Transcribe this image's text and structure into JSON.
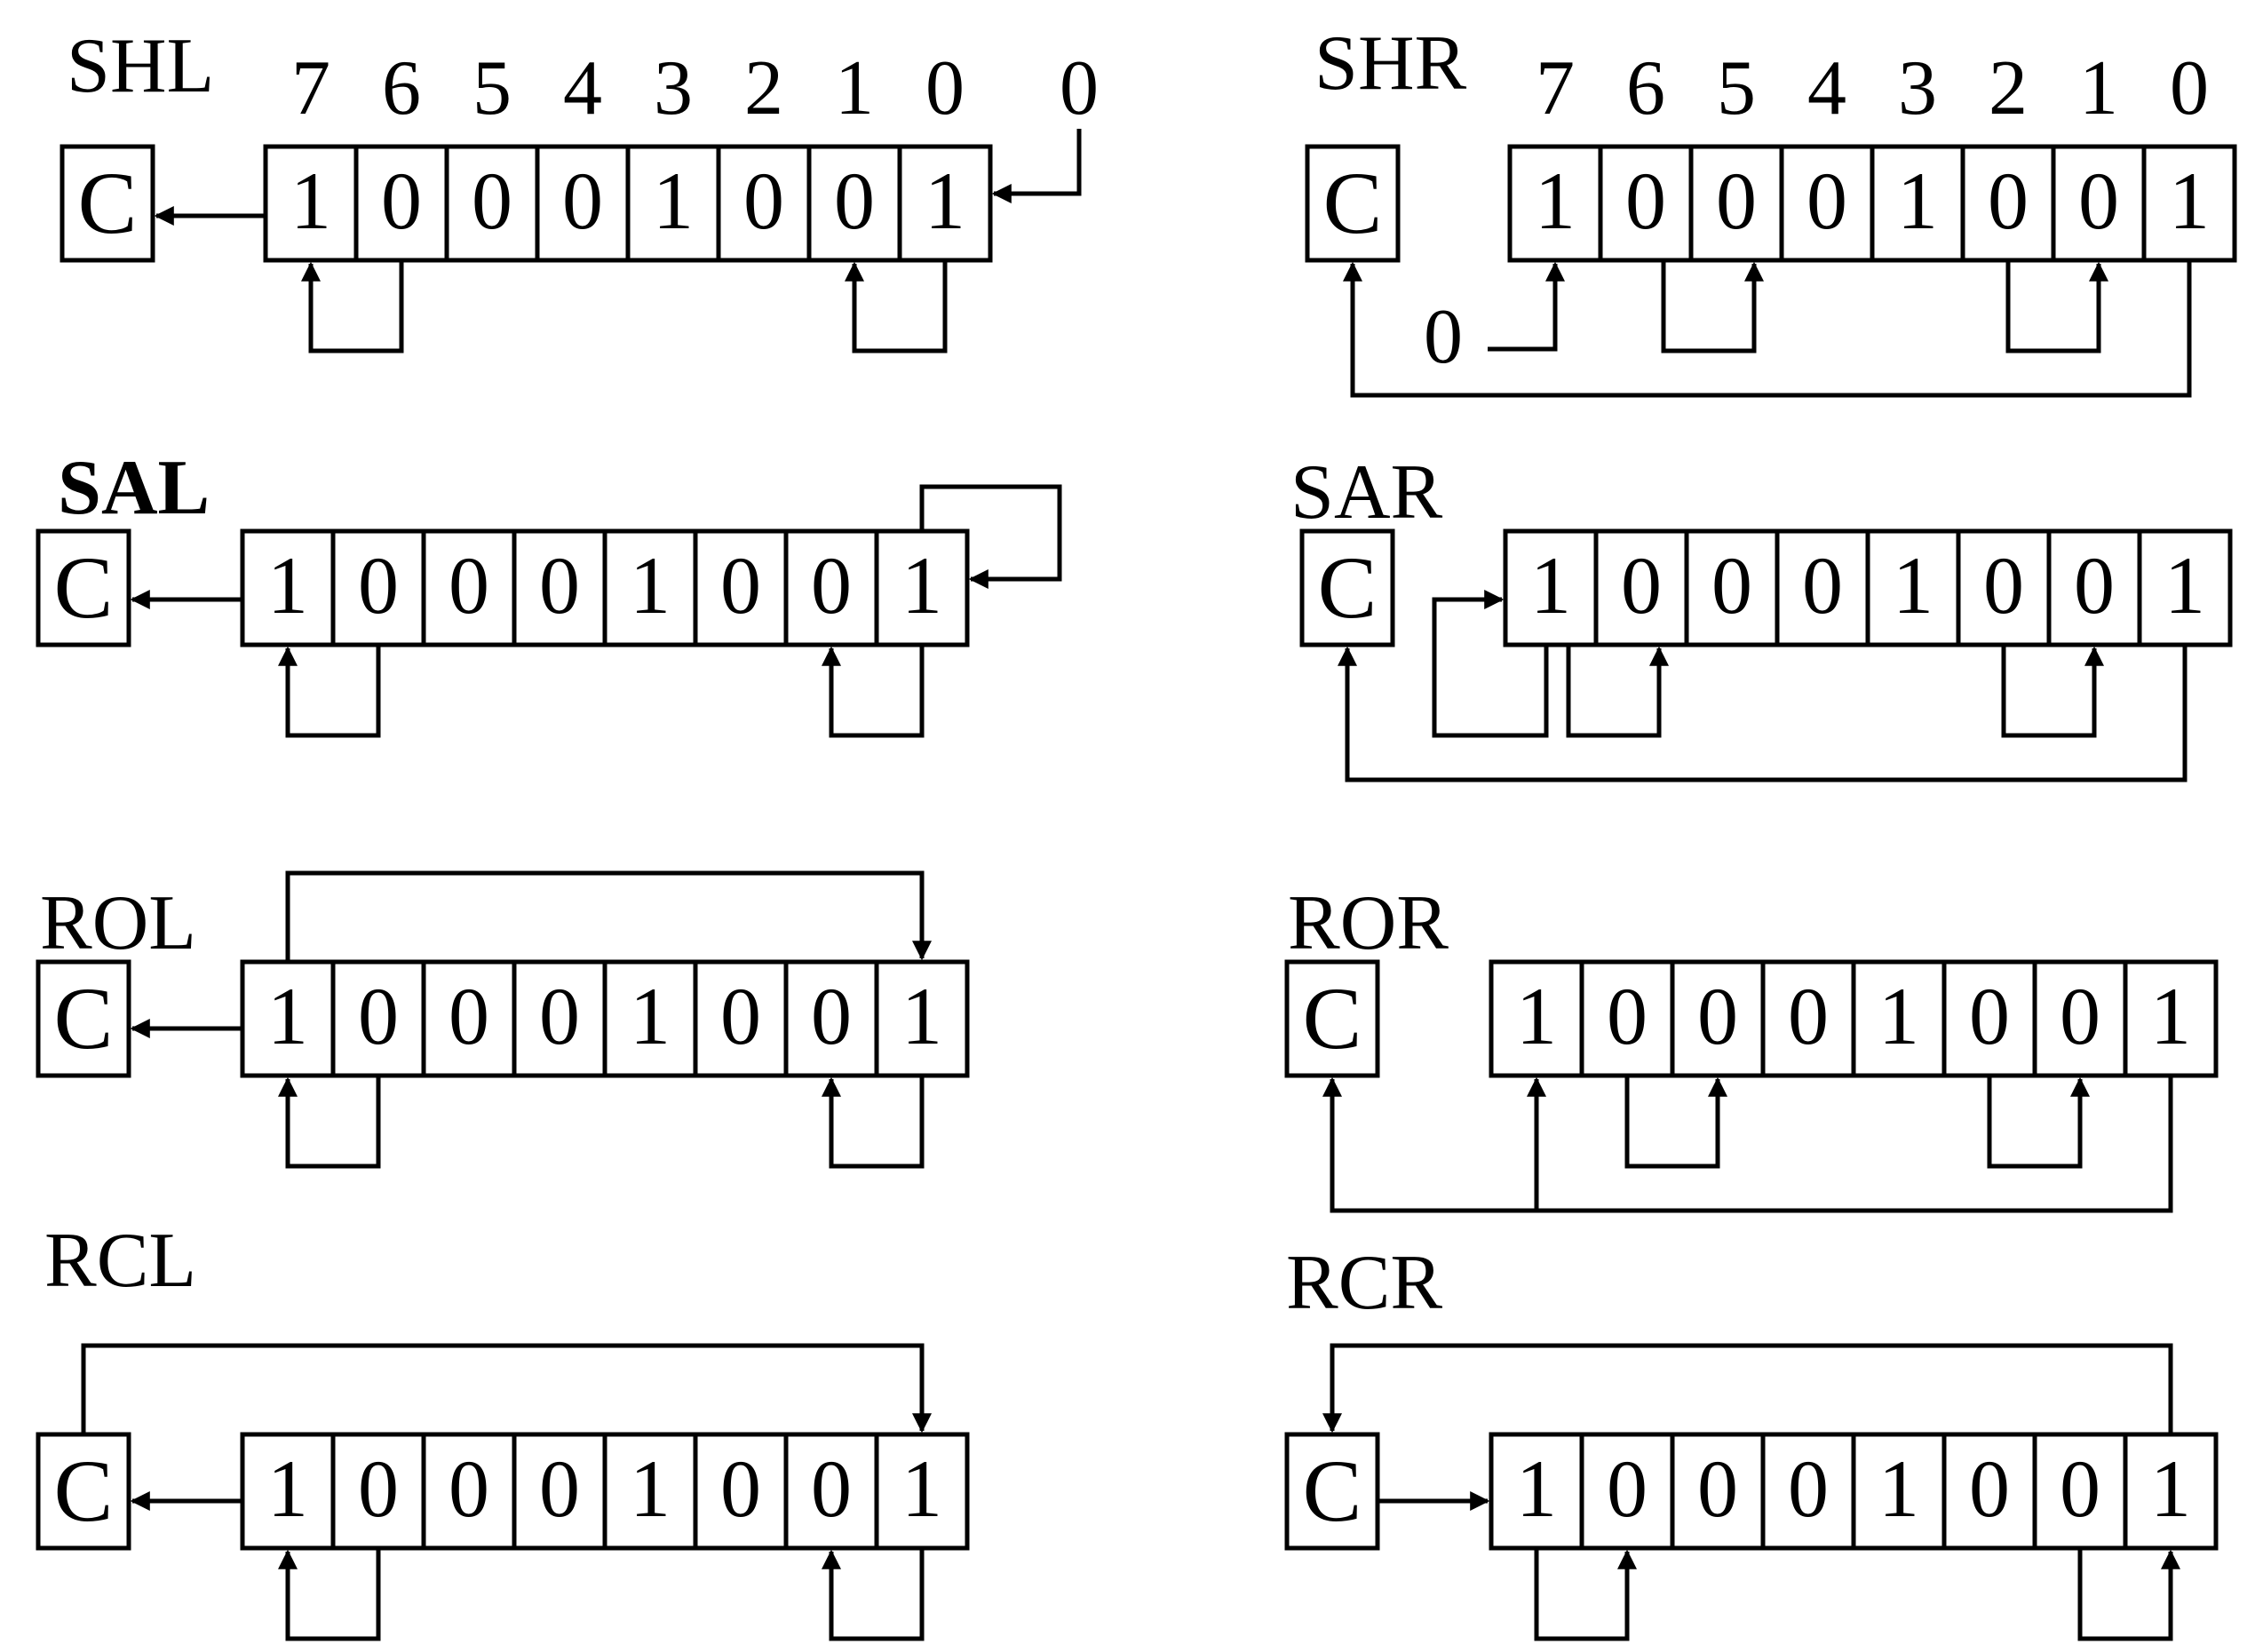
{
  "carry_label": "C",
  "bit_indices": [
    "7",
    "6",
    "5",
    "4",
    "3",
    "2",
    "1",
    "0"
  ],
  "shl": {
    "title": "SHL",
    "bits": [
      "1",
      "0",
      "0",
      "0",
      "1",
      "0",
      "0",
      "1"
    ],
    "fill_in": "0"
  },
  "shr": {
    "title": "SHR",
    "bits": [
      "1",
      "0",
      "0",
      "0",
      "1",
      "0",
      "0",
      "1"
    ],
    "fill_in": "0"
  },
  "sal": {
    "title": "SAL",
    "bits": [
      "1",
      "0",
      "0",
      "0",
      "1",
      "0",
      "0",
      "1"
    ]
  },
  "sar": {
    "title": "SAR",
    "bits": [
      "1",
      "0",
      "0",
      "0",
      "1",
      "0",
      "0",
      "1"
    ]
  },
  "rol": {
    "title": "ROL",
    "bits": [
      "1",
      "0",
      "0",
      "0",
      "1",
      "0",
      "0",
      "1"
    ]
  },
  "ror": {
    "title": "ROR",
    "bits": [
      "1",
      "0",
      "0",
      "0",
      "1",
      "0",
      "0",
      "1"
    ]
  },
  "rcl": {
    "title": "RCL",
    "bits": [
      "1",
      "0",
      "0",
      "0",
      "1",
      "0",
      "0",
      "1"
    ]
  },
  "rcr": {
    "title": "RCR",
    "bits": [
      "1",
      "0",
      "0",
      "0",
      "1",
      "0",
      "0",
      "1"
    ]
  }
}
